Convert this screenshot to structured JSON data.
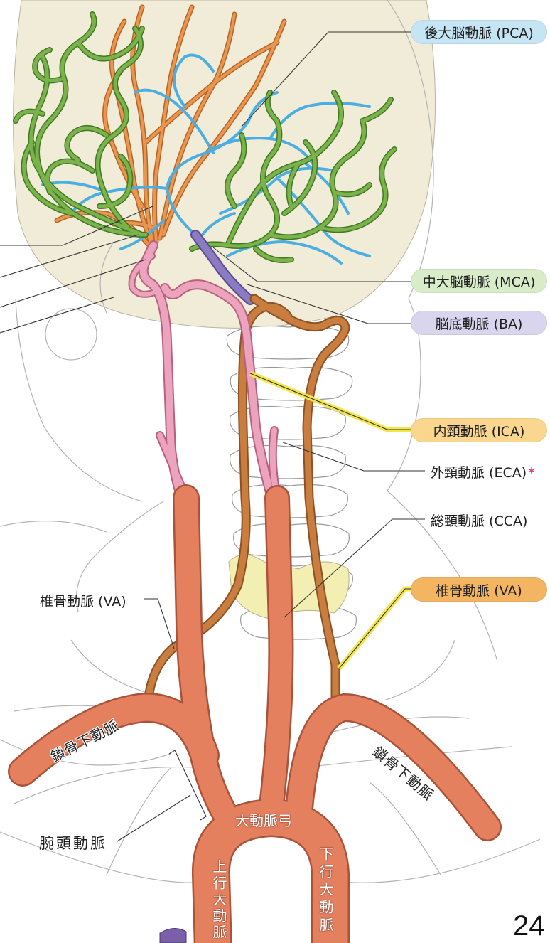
{
  "page_number": "24",
  "labels": {
    "pca": "後大脳動脈 (PCA)",
    "mca": "中大脳動脈 (MCA)",
    "ba": "脳底動脈 (BA)",
    "ica": "内頸動脈 (ICA)",
    "eca": "外頸動脈 (ECA)",
    "eca_mark": "*",
    "cca": "総頸動脈 (CCA)",
    "va_right": "椎骨動脈 (VA)",
    "va_left": "椎骨動脈 (VA)",
    "subclavian_left": "鎖骨下動脈",
    "subclavian_right": "鎖骨下動脈",
    "brachiocephalic": "腕頭動脈",
    "aortic_arch": "大動脈弓",
    "ascending_aorta": "上行大動脈",
    "descending_aorta": "下行大動脈"
  },
  "colors": {
    "pca_pill": "#c5e4f4",
    "mca_pill": "#d9ecc9",
    "ba_pill": "#dad5ee",
    "ica_pill": "#fbd68f",
    "va_pill": "#f3b562",
    "eca_mark": "#e0428a",
    "aorta": "#e5805f",
    "ica_vessel": "#eba3be",
    "vertebral": "#c97d3f",
    "basilar": "#8b7bc2",
    "pca_vessel": "#4aaee3",
    "mca_vessel": "#7bb24c",
    "orange_vessels": "#ea9550",
    "thyroid": "#f3efb2",
    "head_bg": "#f1ecd8",
    "leader_highlight": "#f3e64b"
  }
}
